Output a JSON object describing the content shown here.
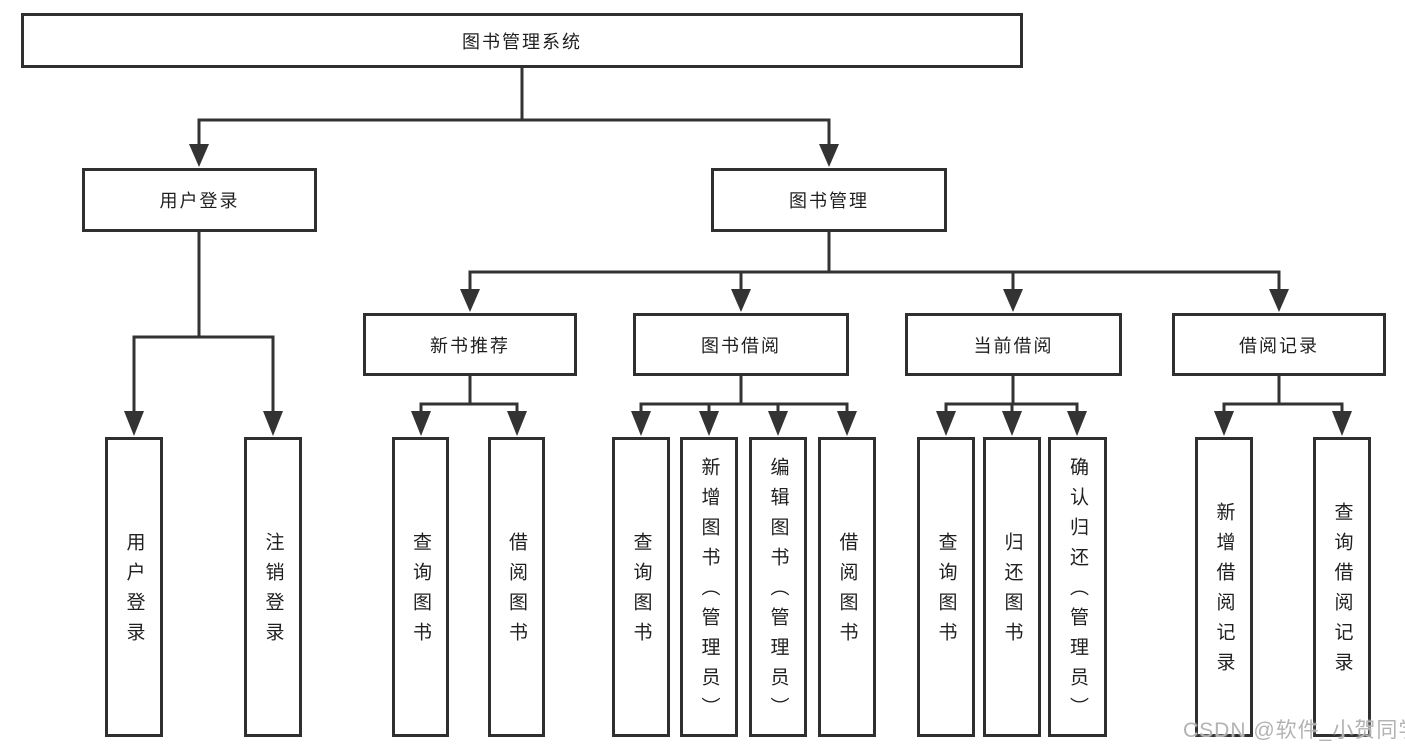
{
  "diagram": {
    "watermark": "CSDN @软件_小贺同学",
    "colors": {
      "line": "#333333",
      "box_border": "#2f2f2f",
      "text": "#1f1f1f",
      "watermark": "#b3b3b3",
      "background": "#ffffff"
    },
    "tree": {
      "root": {
        "label": "图书管理系统"
      },
      "branches": [
        {
          "label": "用户登录",
          "children": [
            {
              "label": "用户登录"
            },
            {
              "label": "注销登录"
            }
          ]
        },
        {
          "label": "图书管理",
          "children": [
            {
              "label": "新书推荐",
              "children": [
                {
                  "label": "查询图书"
                },
                {
                  "label": "借阅图书"
                }
              ]
            },
            {
              "label": "图书借阅",
              "children": [
                {
                  "label": "查询图书"
                },
                {
                  "label": "新增图书（管理员）"
                },
                {
                  "label": "编辑图书（管理员）"
                },
                {
                  "label": "借阅图书"
                }
              ]
            },
            {
              "label": "当前借阅",
              "children": [
                {
                  "label": "查询图书"
                },
                {
                  "label": "归还图书"
                },
                {
                  "label": "确认归还（管理员）"
                }
              ]
            },
            {
              "label": "借阅记录",
              "children": [
                {
                  "label": "新增借阅记录"
                },
                {
                  "label": "查询借阅记录"
                }
              ]
            }
          ]
        }
      ]
    }
  }
}
